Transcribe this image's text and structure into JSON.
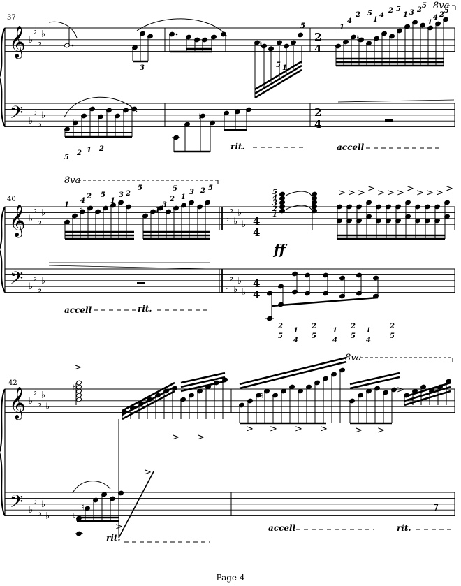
{
  "page": {
    "label": "Page 4"
  },
  "key_signature": {
    "first_part": "A-flat major (4 flats)",
    "second_part": "D-flat major (5 flats)"
  },
  "systems": [
    {
      "measure_numbers": [
        "37"
      ],
      "time_signature": {
        "measure": "39",
        "numerator": "2",
        "denominator": "4"
      },
      "markings": {
        "triplet": "3",
        "rit": "rit.",
        "accell": "accell",
        "ottava": "8va",
        "treble_fingering_m38": [
          "5",
          "1"
        ],
        "treble_fingering_m38_top": "5",
        "treble_fingering_m39": [
          "1",
          "4",
          "2",
          "5",
          "1",
          "4",
          "2",
          "5",
          "1",
          "3",
          "2",
          "5",
          "1",
          "4",
          "2",
          "5"
        ],
        "bass_fingering_m37": [
          "5",
          "2",
          "1",
          "2"
        ]
      }
    },
    {
      "measure_numbers": [
        "40"
      ],
      "time_signature": {
        "measure": "41",
        "numerator": "4",
        "denominator": "4"
      },
      "markings": {
        "ottava": "8va",
        "accell": "accell",
        "rit": "rit.",
        "dynamic": "ff",
        "treble_fingering_m40": [
          "1",
          "4",
          "2",
          "5",
          "1",
          "3",
          "2",
          "5",
          "1",
          "3",
          "2",
          "5",
          "1",
          "3",
          "2",
          "5"
        ],
        "chord_fingering": [
          "5",
          "4",
          "3",
          "2",
          "1"
        ],
        "bass_fingering_m41": [
          [
            "2",
            "5"
          ],
          [
            "1",
            "4"
          ],
          [
            "2",
            "5"
          ],
          [
            "1",
            "4"
          ],
          [
            "2",
            "5"
          ],
          [
            "1",
            "4"
          ],
          [
            "2",
            "5"
          ]
        ]
      }
    },
    {
      "measure_numbers": [
        "42"
      ],
      "markings": {
        "ottava": "8va",
        "rit": "rit.",
        "accell": "accell",
        "rit2": "rit."
      }
    }
  ]
}
